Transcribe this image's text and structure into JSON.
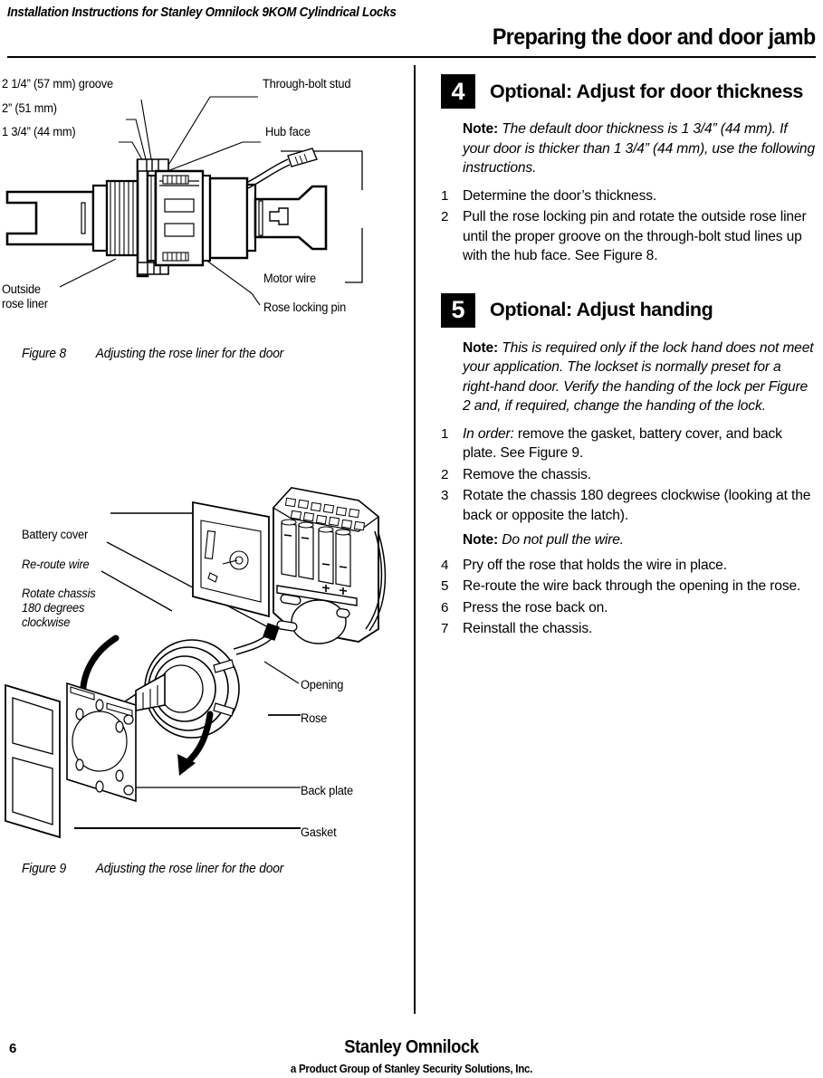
{
  "header": {
    "doc_title": "Installation Instructions for Stanley Omnilock 9KOM Cylindrical Locks",
    "section_title": "Preparing the door and door jamb"
  },
  "figure8": {
    "caption_number": "Figure 8",
    "caption_text": "Adjusting the rose liner for the door",
    "labels": {
      "groove_225": "2 1/4” (57 mm) groove",
      "groove_2": "2” (51 mm)",
      "groove_175": "1 3/4” (44 mm)",
      "through_bolt_stud": "Through-bolt stud",
      "hub_face": "Hub face",
      "motor_wire": "Motor wire",
      "rose_locking_pin": "Rose locking pin",
      "outside_rose_liner_line1": "Outside",
      "outside_rose_liner_line2": "rose liner"
    }
  },
  "figure9": {
    "caption_number": "Figure 9",
    "caption_text": "Adjusting the rose liner for the door",
    "labels": {
      "battery_cover": "Battery cover",
      "re_route_wire": "Re-route wire",
      "rotate_chassis_line1": "Rotate chassis",
      "rotate_chassis_line2": "180 degrees",
      "rotate_chassis_line3": "clockwise",
      "opening": "Opening",
      "rose": "Rose",
      "back_plate": "Back plate",
      "gasket": "Gasket",
      "battery_minus": "–",
      "battery_plus": "+"
    }
  },
  "step4": {
    "number": "4",
    "title": "Optional: Adjust for door thickness",
    "note_label": "Note:",
    "note_text": " The default door thickness is 1 3/4” (44 mm). If your door is thicker than 1 3/4” (44 mm), use the following instructions.",
    "items": [
      {
        "idx": "1",
        "text": "Determine the door’s thickness."
      },
      {
        "idx": "2",
        "text": "Pull the rose locking pin and rotate the outside rose liner until the proper groove on the through-bolt stud lines up with the hub face. See Figure 8."
      }
    ]
  },
  "step5": {
    "number": "5",
    "title": "Optional: Adjust handing",
    "note_label": "Note:",
    "note_text": " This is required only if the lock hand does not meet your application. The lockset is normally preset for a right-hand door. Verify the handing of the lock per Figure 2 and, if required, change the handing of the lock.",
    "item1_em": "In order:",
    "item1_rest": " remove the gasket, battery cover, and back plate. See Figure 9.",
    "items": [
      {
        "idx": "2",
        "text": "Remove the chassis."
      },
      {
        "idx": "3",
        "text": "Rotate the chassis 180 degrees clockwise (looking at the back or opposite the latch)."
      }
    ],
    "inline_note_label": "Note:",
    "inline_note_text": " Do not pull the wire.",
    "items_after": [
      {
        "idx": "4",
        "text": "Pry off the rose that holds the wire in place."
      },
      {
        "idx": "5",
        "text": "Re-route the wire back through the opening in the rose."
      },
      {
        "idx": "6",
        "text": "Press the rose back on."
      },
      {
        "idx": "7",
        "text": "Reinstall the chassis."
      }
    ]
  },
  "footer": {
    "page_number": "6",
    "brand": "Stanley Omnilock",
    "brand_sub": "a Product Group of Stanley Security Solutions, Inc."
  },
  "colors": {
    "ink": "#000000",
    "paper": "#ffffff"
  }
}
